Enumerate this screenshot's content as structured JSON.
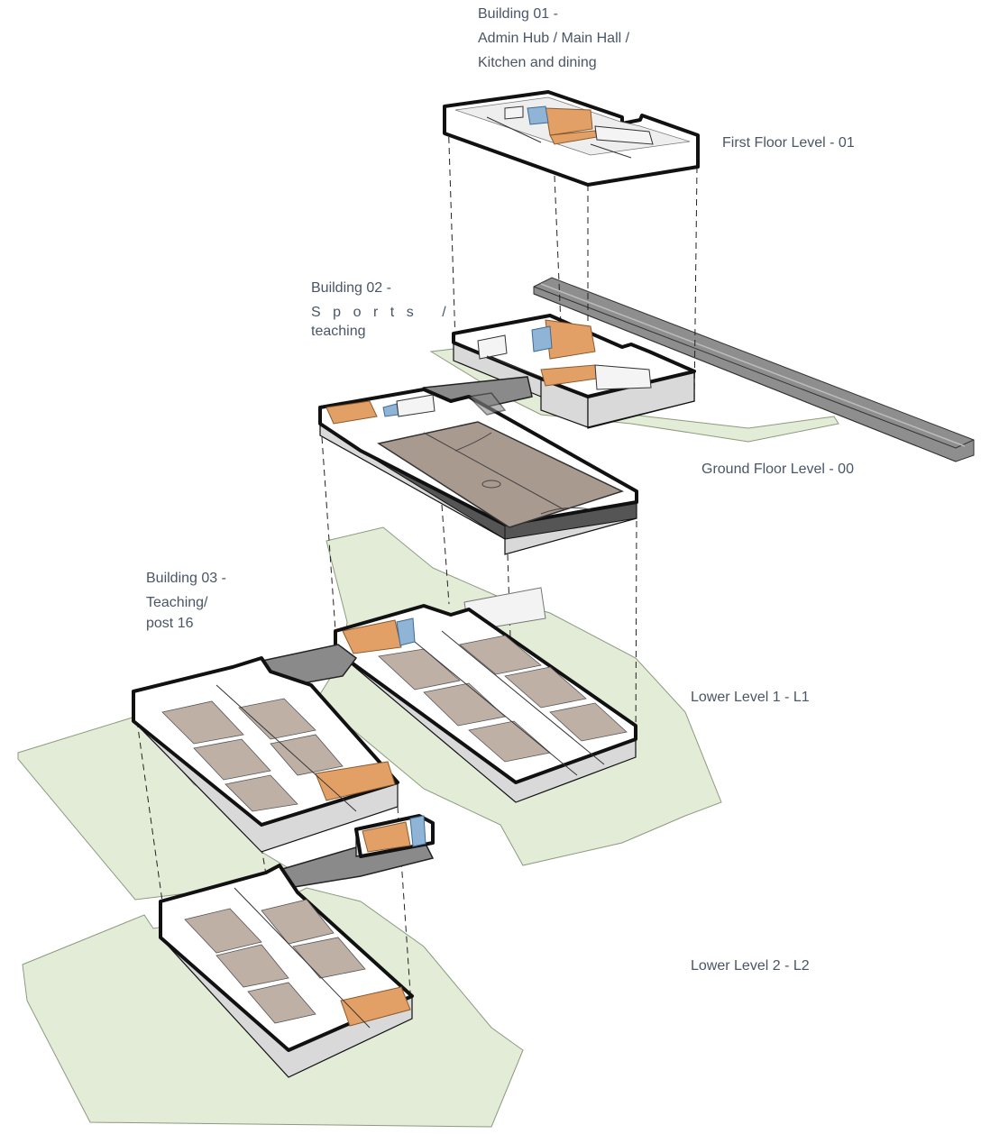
{
  "buildings": [
    {
      "id": "building-01",
      "lines": [
        "Building 01 -",
        "Admin Hub / Main Hall /",
        "Kitchen and dining"
      ]
    },
    {
      "id": "building-02",
      "lines": [
        "Building 02 -",
        "Sports /",
        "teaching"
      ]
    },
    {
      "id": "building-03",
      "lines": [
        "Building 03 -",
        "Teaching/",
        "post 16"
      ]
    }
  ],
  "levels": {
    "first_floor": "First Floor Level - 01",
    "ground_floor": "Ground Floor Level - 00",
    "lower_1": "Lower Level 1 - L1",
    "lower_2": "Lower Level 2 - L2"
  },
  "colors": {
    "site": "#e3ecd6",
    "wall_top": "#ffffff",
    "wall_side": "#d9d9d9",
    "floor": "#bfb0a6",
    "orange": "#e3a066",
    "blue": "#8fb4d6",
    "corridor": "#8a8a8a",
    "text": "#4a5566"
  }
}
